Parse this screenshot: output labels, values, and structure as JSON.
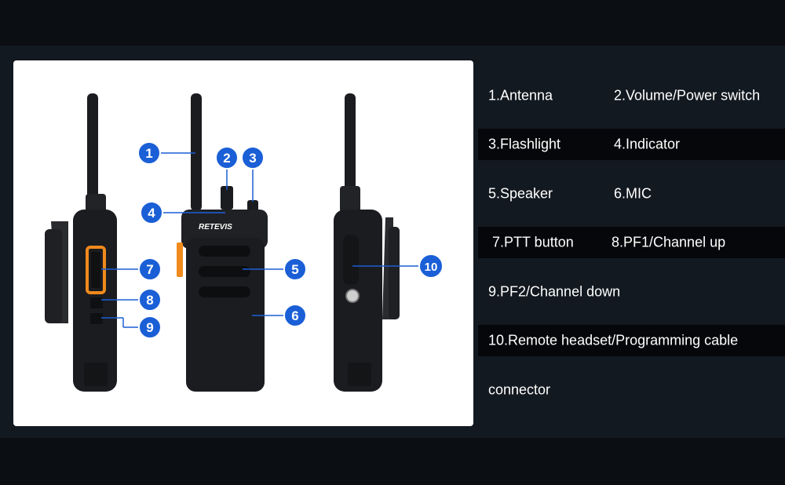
{
  "callout_numbers": [
    "1",
    "2",
    "3",
    "4",
    "5",
    "6",
    "7",
    "8",
    "9",
    "10"
  ],
  "brand_label": "RETEVIS",
  "colors": {
    "background": "#0b0e13",
    "band": "#131920",
    "panel": "#ffffff",
    "badge": "#1a5fd6",
    "leader": "#1a5fd6",
    "ptt_accent": "#f08a1c",
    "radio_body": "#1b1c1f"
  },
  "legend": [
    {
      "a": "1.Antenna",
      "b": "2.Volume/Power switch"
    },
    {
      "a": "3.Flashlight",
      "b": "4.Indicator"
    },
    {
      "a": "5.Speaker",
      "b": "6.MIC"
    },
    {
      "a": "7.PTT button",
      "b": "8.PF1/Channel up"
    },
    {
      "a": "9.PF2/Channel down",
      "b": ""
    },
    {
      "a": "10.Remote headset/Programming cable",
      "b": ""
    },
    {
      "a": "connector",
      "b": ""
    }
  ]
}
